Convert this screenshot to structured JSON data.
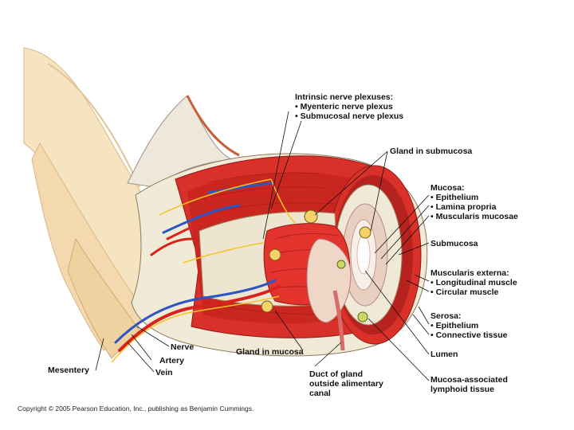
{
  "labels": {
    "intrinsic_nerve": {
      "title": "Intrinsic nerve plexuses:",
      "items": [
        "• Myenteric nerve plexus",
        "• Submucosal nerve plexus"
      ]
    },
    "gland_submucosa": "Gland in submucosa",
    "mucosa": {
      "title": "Mucosa:",
      "items": [
        "• Epithelium",
        "• Lamina propria",
        "• Muscularis mucosae"
      ]
    },
    "submucosa": "Submucosa",
    "muscularis_externa": {
      "title": "Muscularis externa:",
      "items": [
        "• Longitudinal muscle",
        "• Circular muscle"
      ]
    },
    "serosa": {
      "title": "Serosa:",
      "items": [
        "• Epithelium",
        "• Connective tissue"
      ]
    },
    "lumen": "Lumen",
    "mucosa_lymphoid": [
      "Mucosa-associated",
      "lymphoid tissue"
    ],
    "duct_gland": [
      "Duct of gland",
      "outside alimentary",
      "canal"
    ],
    "gland_mucosa": "Gland in mucosa",
    "nerve": "Nerve",
    "artery": "Artery",
    "vein": "Vein",
    "mesentery": "Mesentery"
  },
  "copyright": "Copyright © 2005 Pearson Education, Inc., publishing as Benjamin Cummings.",
  "colors": {
    "muscle": "#d9302a",
    "muscle_dark": "#a81c18",
    "submucosa": "#efe9d6",
    "mesentery": "#f4dfb8",
    "artery": "#d8221c",
    "vein": "#2b56c4",
    "nerve": "#f2c424"
  }
}
